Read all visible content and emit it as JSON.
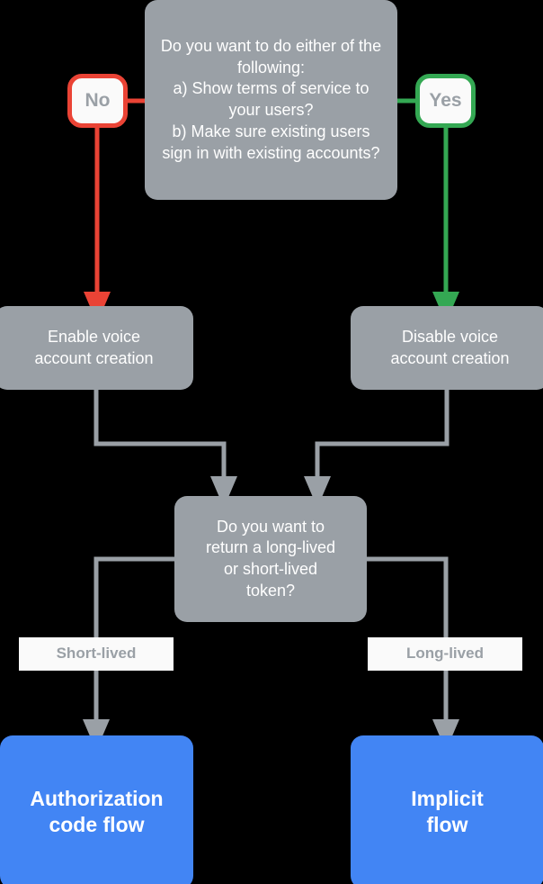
{
  "diagram": {
    "title": "Voice account creation / token flow decision chart",
    "background_color": "#000000",
    "colors": {
      "gray_box": "#9aa0a6",
      "blue_box": "#4285f4",
      "no_accent": "#ea4335",
      "yes_accent": "#34a853",
      "connector": "#9aa0a6",
      "label_background": "#fafafa",
      "label_text": "#9aa0a6",
      "box_text": "#ffffff"
    }
  },
  "nodes": {
    "question_top": {
      "text": "Do you want to do either of the following:\na) Show terms of service to your users?\nb) Make sure existing users sign in with existing accounts?",
      "type": "decision"
    },
    "badge_no": {
      "label": "No",
      "type": "branch-badge",
      "accent": "#ea4335"
    },
    "badge_yes": {
      "label": "Yes",
      "type": "branch-badge",
      "accent": "#34a853"
    },
    "enable_voice": {
      "text": "Enable voice\naccount creation",
      "type": "process"
    },
    "disable_voice": {
      "text": "Disable voice\naccount creation",
      "type": "process"
    },
    "question_token": {
      "text": "Do you want to\nreturn a long-lived\nor short-lived\ntoken?",
      "type": "decision"
    },
    "label_short": {
      "label": "Short-lived",
      "type": "edge-label"
    },
    "label_long": {
      "label": "Long-lived",
      "type": "edge-label"
    },
    "auth_code_flow": {
      "text": "Authorization\ncode flow",
      "type": "terminal"
    },
    "implicit_flow": {
      "text": "Implicit\nflow",
      "type": "terminal"
    }
  },
  "edges": [
    {
      "from": "question_top",
      "to": "badge_no",
      "color": "#ea4335"
    },
    {
      "from": "badge_no",
      "to": "enable_voice",
      "color": "#ea4335",
      "arrow": true
    },
    {
      "from": "question_top",
      "to": "badge_yes",
      "color": "#34a853"
    },
    {
      "from": "badge_yes",
      "to": "disable_voice",
      "color": "#34a853",
      "arrow": true
    },
    {
      "from": "enable_voice",
      "to": "question_token",
      "color": "#9aa0a6",
      "arrow": true
    },
    {
      "from": "disable_voice",
      "to": "question_token",
      "color": "#9aa0a6",
      "arrow": true
    },
    {
      "from": "question_token",
      "to": "auth_code_flow",
      "color": "#9aa0a6",
      "arrow": true,
      "label": "Short-lived"
    },
    {
      "from": "question_token",
      "to": "implicit_flow",
      "color": "#9aa0a6",
      "arrow": true,
      "label": "Long-lived"
    }
  ]
}
